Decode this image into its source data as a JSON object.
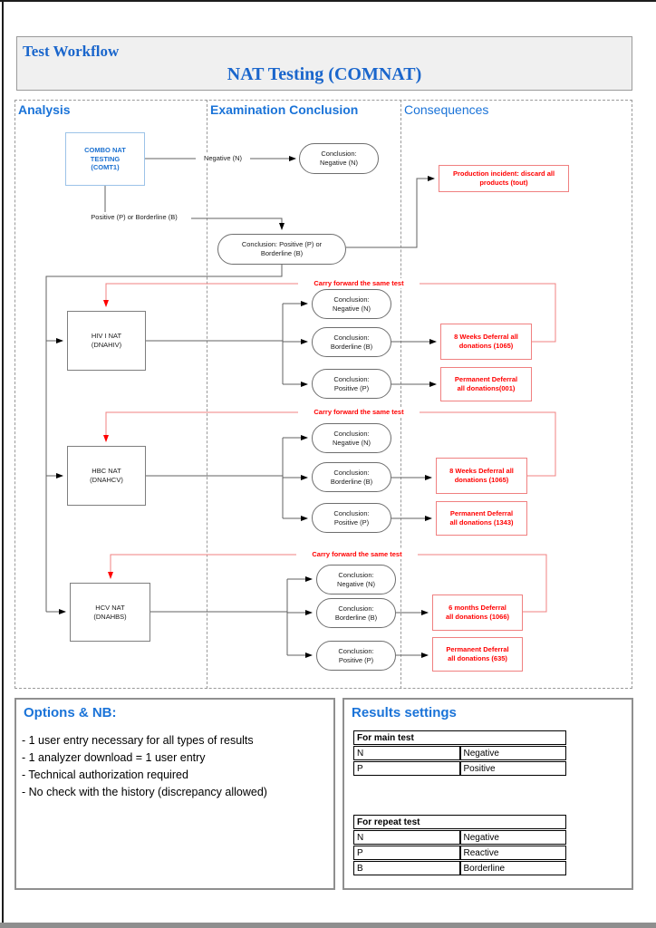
{
  "header": {
    "title": "Test Workflow",
    "subtitle": "NAT Testing (COMNAT)"
  },
  "columns": {
    "analysis": "Analysis",
    "examination": "Examination Conclusion",
    "consequences": "Consequences"
  },
  "flow": {
    "combo_box": "COMBO NAT\nTESTING\n(COMT1)",
    "negative_edge_label": "Negative (N)",
    "positive_edge_label": "Positive (P) or Borderline (B)",
    "conclusion_negative": "Conclusion:\nNegative (N)",
    "conclusion_borderline": "Conclusion:\nBorderline (B)",
    "conclusion_positive": "Conclusion:\nPositive (P)",
    "conclusion_pos_border": "Conclusion: Positive (P) or\nBorderline (B)",
    "production_incident": "Production incident: discard all\nproducts (tout)",
    "carry_forward_label": "Carry forward the same test",
    "hiv": {
      "box": "HIV I NAT\n(DNAHIV)",
      "deferral_weeks": "8 Weeks Deferral all\ndonations (1065)",
      "deferral_perm": "Permanent Deferral\nall donations(001)"
    },
    "hbc": {
      "box": "HBC NAT\n(DNAHCV)",
      "deferral_weeks": "8 Weeks Deferral all\ndonations (1065)",
      "deferral_perm": "Permanent Deferral\nall donations (1343)"
    },
    "hcv": {
      "box": "HCV NAT\n(DNAHBS)",
      "deferral_months": "6 months Deferral\nall donations (1066)",
      "deferral_perm": "Permanent Deferral\nall donations (635)"
    }
  },
  "options": {
    "title": "Options & NB:",
    "items": [
      "- 1 user entry necessary for all types of results",
      "- 1 analyzer download = 1 user entry",
      "- Technical authorization required",
      "- No check with the history (discrepancy allowed)"
    ]
  },
  "results": {
    "title": "Results settings",
    "tables": [
      {
        "header": "For main test",
        "rows": [
          [
            "N",
            "Negative"
          ],
          [
            "P",
            "Positive"
          ]
        ]
      },
      {
        "header": "For repeat test",
        "rows": [
          [
            "N",
            "Negative"
          ],
          [
            "P",
            "Reactive"
          ],
          [
            "B",
            "Borderline"
          ]
        ]
      }
    ]
  },
  "colors": {
    "accent_blue": "#1a73d8",
    "alert_red": "#ff0000",
    "soft_red": "#f08080"
  }
}
